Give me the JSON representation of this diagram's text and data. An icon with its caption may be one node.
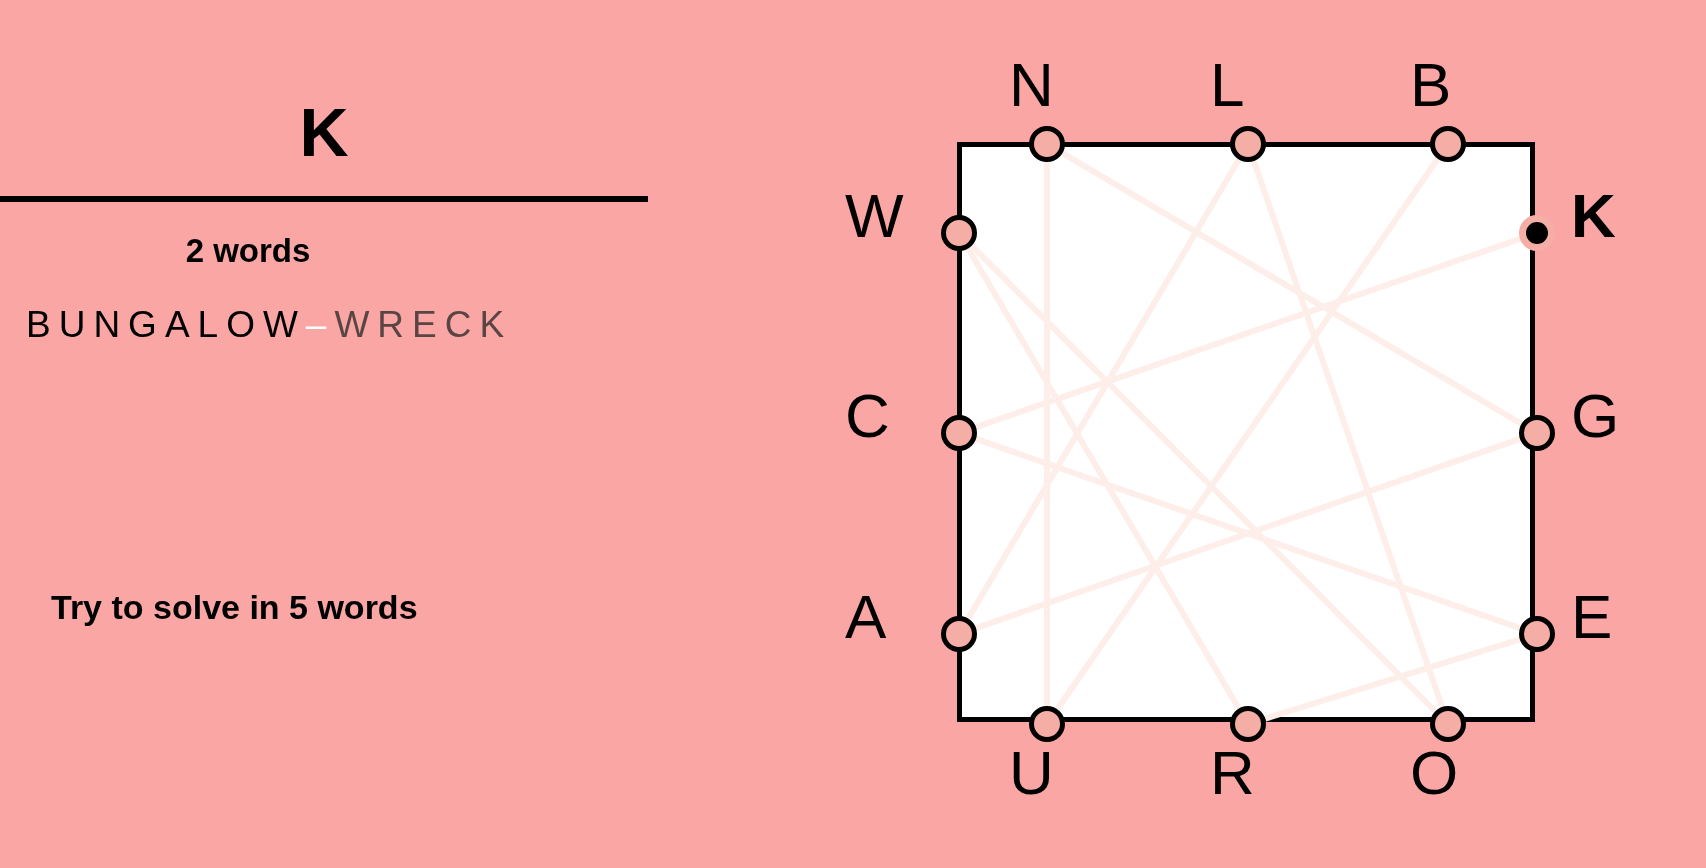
{
  "diagram": {
    "nodes": [
      {
        "text": [
          "N"
        ]
      },
      {
        "text": [
          "L"
        ]
      },
      {
        "text": [
          "B"
        ]
      },
      {
        "text": [
          "W"
        ]
      },
      {
        "text": [
          "K"
        ]
      },
      {
        "text": [
          "C"
        ]
      },
      {
        "text": [
          "G"
        ]
      },
      {
        "text": [
          "A"
        ]
      },
      {
        "text": [
          "E"
        ]
      },
      {
        "text": [
          "U"
        ]
      },
      {
        "text": [
          "R"
        ]
      },
      {
        "text": [
          "O"
        ]
      }
    ],
    "edges": [
      {
        "from": 2,
        "to": 9,
        "arrow": "none"
      },
      {
        "from": 9,
        "to": 0,
        "arrow": "none"
      },
      {
        "from": 0,
        "to": 6,
        "arrow": "none"
      },
      {
        "from": 6,
        "to": 7,
        "arrow": "none"
      },
      {
        "from": 7,
        "to": 1,
        "arrow": "none"
      },
      {
        "from": 1,
        "to": 11,
        "arrow": "none"
      },
      {
        "from": 11,
        "to": 3,
        "arrow": "none"
      },
      {
        "from": 3,
        "to": 10,
        "arrow": "none"
      },
      {
        "from": 10,
        "to": 8,
        "arrow": "none"
      },
      {
        "from": 8,
        "to": 5,
        "arrow": "none"
      },
      {
        "from": 5,
        "to": 4,
        "arrow": "none"
      }
    ],
    "labels": [
      "K",
      "2 words",
      "BUNGALOW",
      "–",
      "WRECK",
      "Try to solve in 5 words"
    ]
  }
}
